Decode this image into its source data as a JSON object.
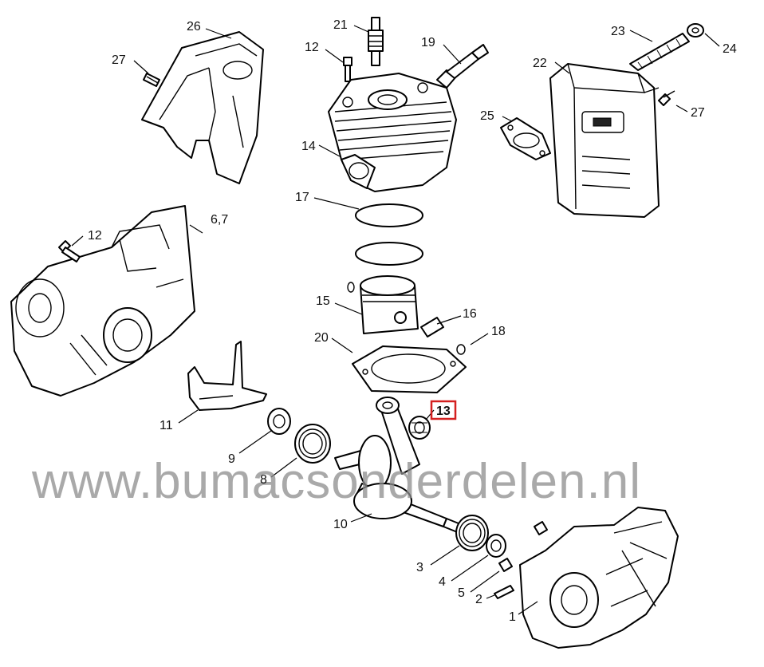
{
  "watermark": "www.bumacsonderdelen.nl",
  "highlight_color": "#d42020",
  "highlighted_part": "13",
  "callouts": {
    "c1": "1",
    "c2": "2",
    "c3": "3",
    "c4": "4",
    "c5": "5",
    "c67": "6,7",
    "c8": "8",
    "c9": "9",
    "c10": "10",
    "c11": "11",
    "c12a": "12",
    "c12b": "12",
    "c13": "13",
    "c14": "14",
    "c15": "15",
    "c16": "16",
    "c17": "17",
    "c18": "18",
    "c19": "19",
    "c20": "20",
    "c21": "21",
    "c22": "22",
    "c23": "23",
    "c24": "24",
    "c25": "25",
    "c26": "26",
    "c27a": "27",
    "c27b": "27"
  }
}
